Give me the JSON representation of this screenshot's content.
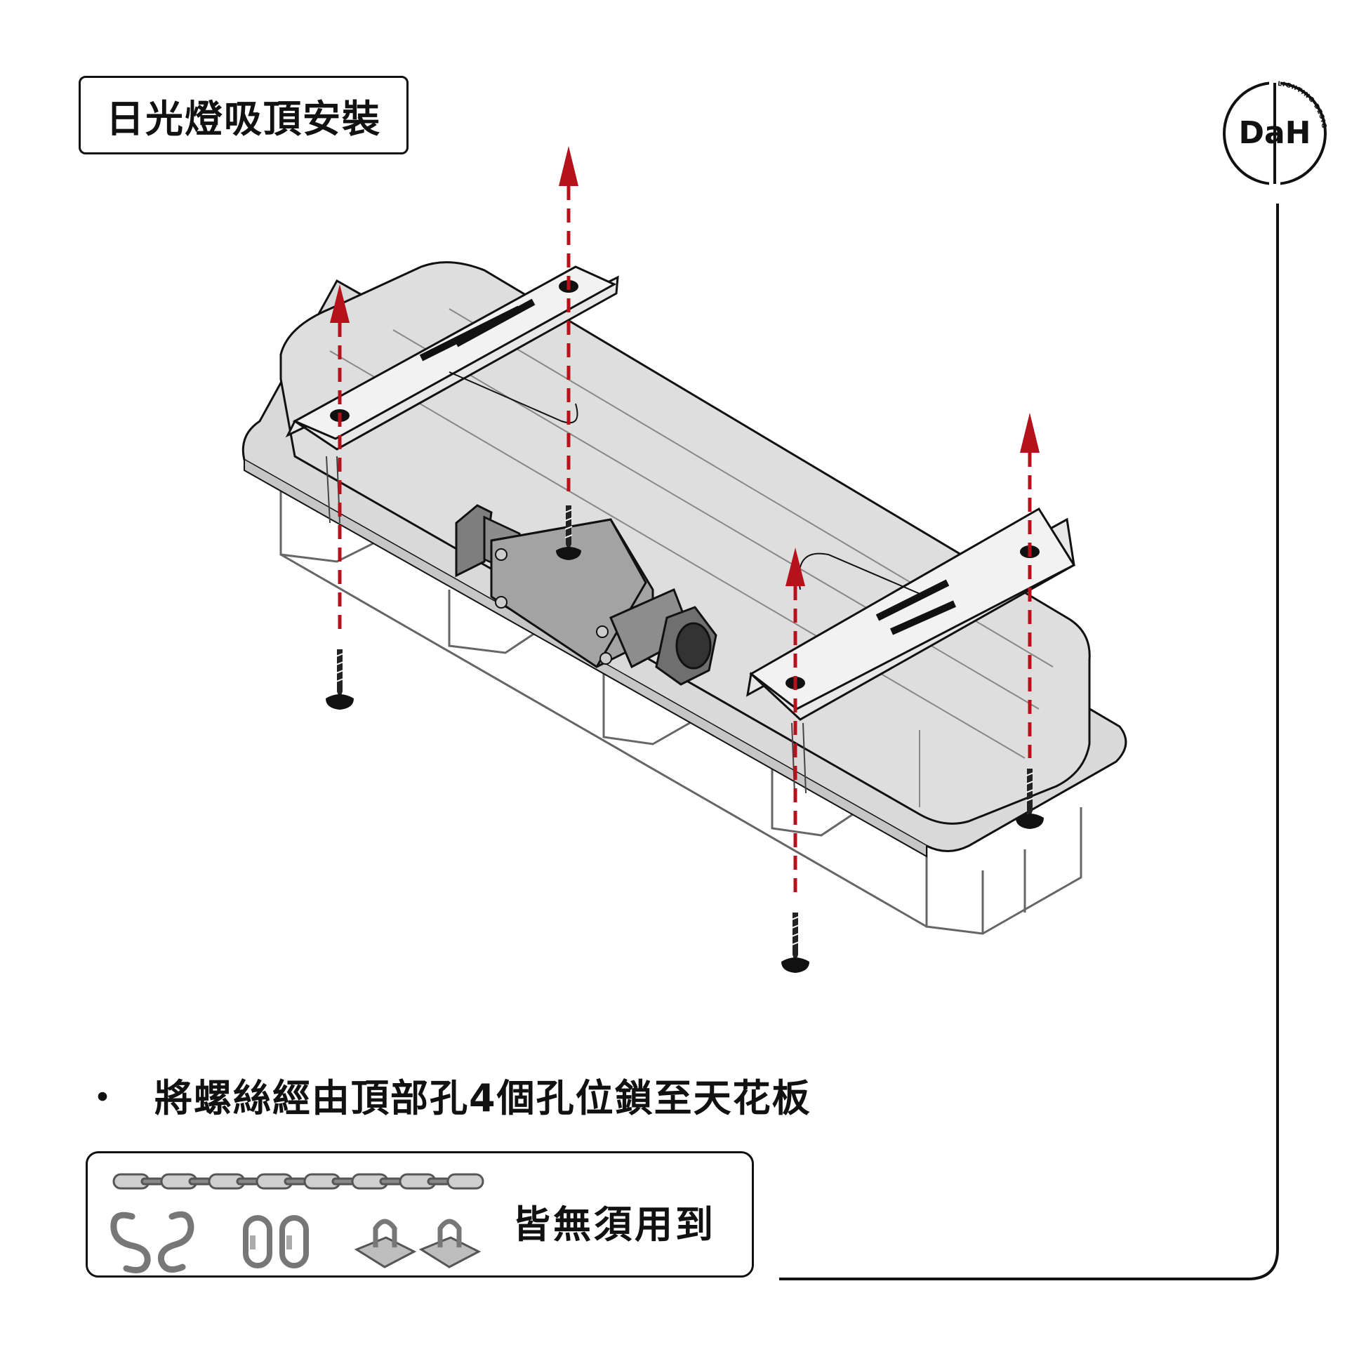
{
  "header": {
    "title": "日光燈吸頂安裝"
  },
  "logo": {
    "mark": "DaH",
    "ring_text": "LIGHTING DESIGN"
  },
  "instruction": {
    "bullet": "・",
    "text": "將螺絲經由頂部孔4個孔位鎖至天花板"
  },
  "parts": {
    "note": "皆無須用到",
    "items": [
      "chain-icon",
      "s-hook-icon",
      "quick-link-icon",
      "eye-plate-icon"
    ]
  },
  "colors": {
    "arrow": "#b5121b",
    "fixture": "#d7d7d7",
    "junction": "#9a9a9a",
    "line": "#111111"
  }
}
